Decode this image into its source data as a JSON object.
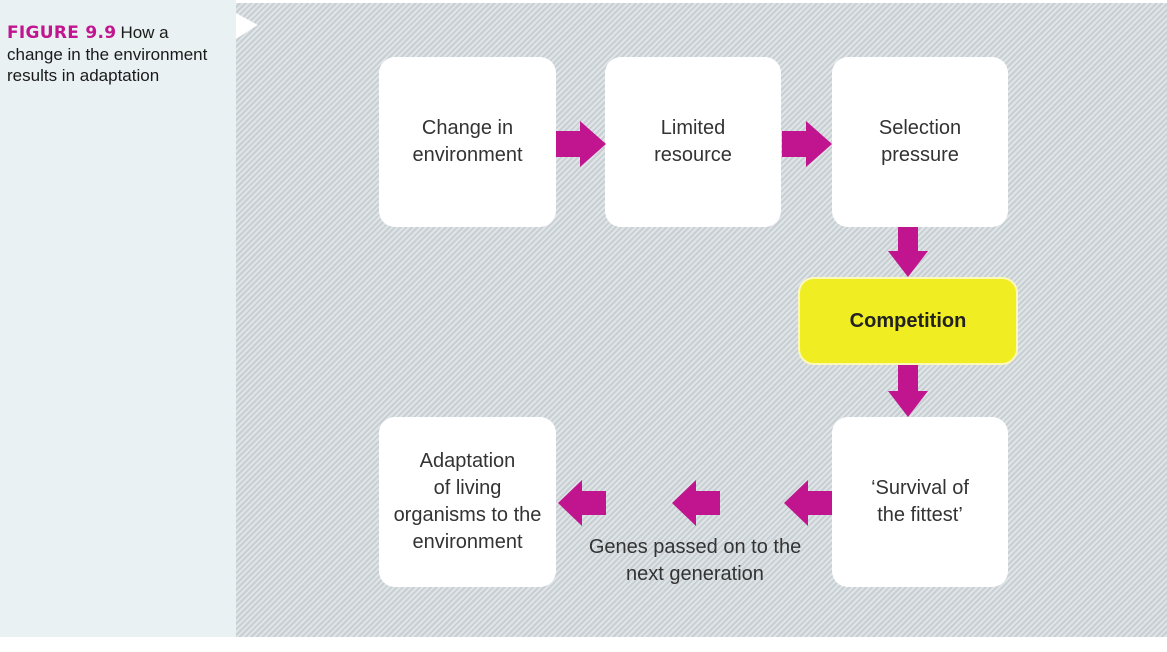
{
  "figure": {
    "label": "FIGURE 9.9",
    "caption": "How a change in the environment results in adaptation"
  },
  "boxes": {
    "change": [
      "Change in",
      "environment"
    ],
    "limited": [
      "Limited",
      "resource"
    ],
    "selection": [
      "Selection",
      "pressure"
    ],
    "competition": "Competition",
    "survival": [
      "‘Survival of",
      "the fittest’"
    ],
    "adaptation": [
      "Adaptation",
      "of living",
      "organisms to the",
      "environment"
    ]
  },
  "genes_label": [
    "Genes passed on to the",
    "next generation"
  ],
  "colors": {
    "arrow": "#c0158f",
    "highlight": "#f0ee22",
    "figure_label": "#c0158f"
  }
}
